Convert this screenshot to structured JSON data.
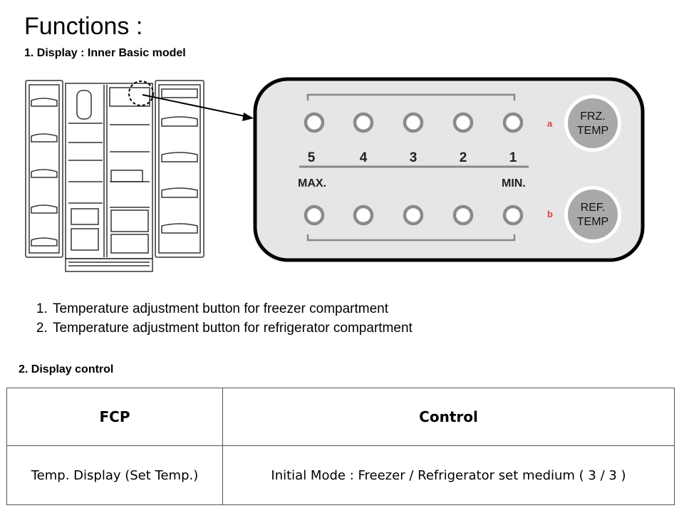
{
  "title": "Functions :",
  "subtitle": "1. Display : Inner Basic model",
  "panel": {
    "numbers": [
      "5",
      "4",
      "3",
      "2",
      "1"
    ],
    "max_label": "MAX.",
    "min_label": "MIN.",
    "row_a_tag": "a",
    "row_b_tag": "b",
    "frz_button": {
      "line1": "FRZ.",
      "line2": "TEMP"
    },
    "ref_button": {
      "line1": "REF.",
      "line2": "TEMP"
    }
  },
  "list_items": [
    "Temperature adjustment button for freezer compartment",
    "Temperature adjustment button for refrigerator compartment"
  ],
  "section2": "2. Display control",
  "table": {
    "headers": [
      "FCP",
      "Control"
    ],
    "rows": [
      [
        "Temp. Display (Set Temp.)",
        "Initial Mode : Freezer / Refrigerator set medium ( 3 / 3 )"
      ]
    ]
  }
}
